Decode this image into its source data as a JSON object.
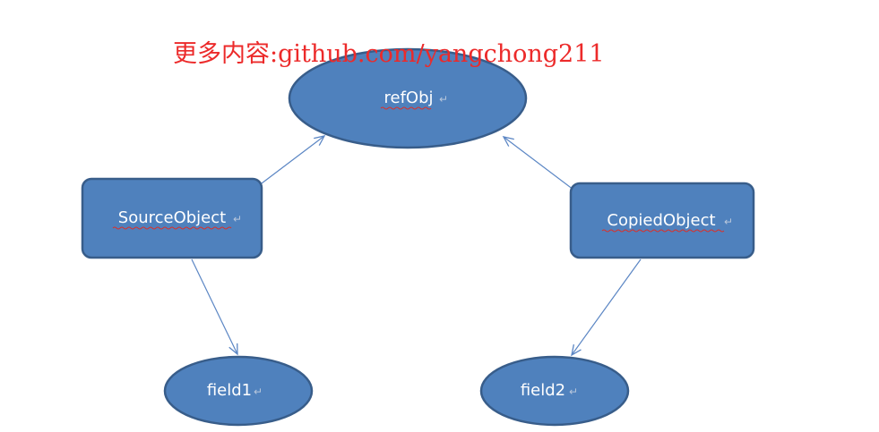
{
  "watermark": {
    "text": "更多内容:github.com/yangchong211"
  },
  "diagram": {
    "nodes": {
      "refObj": "refObj",
      "source": "SourceObject",
      "copied": "CopiedObject",
      "field1": "field1",
      "field2": "field2"
    }
  },
  "colors": {
    "node_fill": "#4f81bd",
    "node_stroke": "#385d8a",
    "edge": "#5b86c4",
    "watermark": "#ec2a2a"
  }
}
